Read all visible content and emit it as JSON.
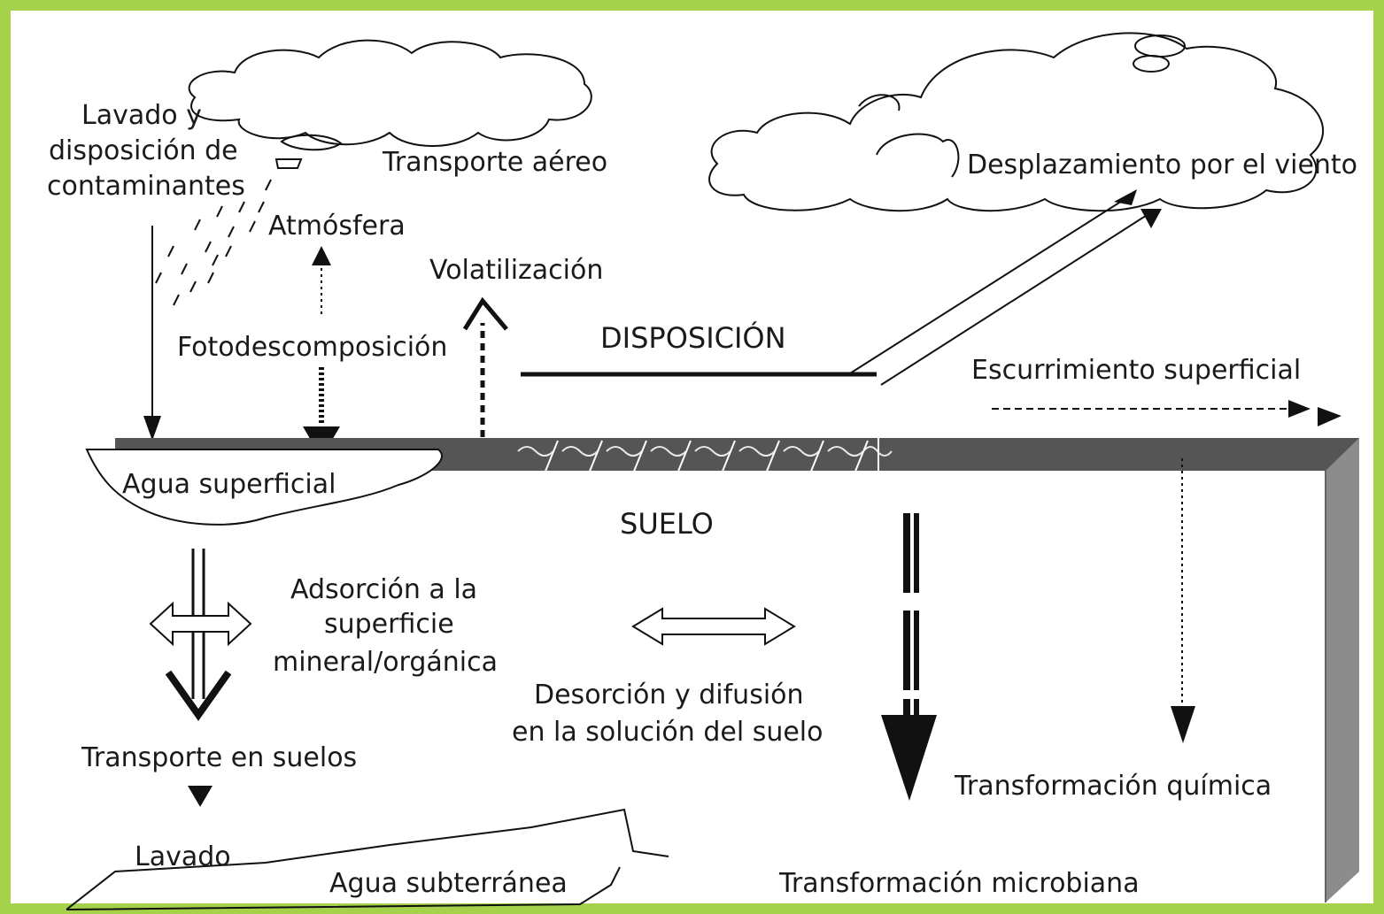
{
  "labels": {
    "lavado_line1": "Lavado y",
    "lavado_line2": "disposición de",
    "lavado_line3": "contaminantes",
    "transporte_aereo": "Transporte aéreo",
    "atmosfera": "Atmósfera",
    "volatilizacion": "Volatilización",
    "fotodescomposicion": "Fotodescomposición",
    "disposicion": "DISPOSICIÓN",
    "desplazamiento": "Desplazamiento por el viento",
    "escurrimiento": "Escurrimiento superficial",
    "agua_superficial": "Agua superficial",
    "suelo": "SUELO",
    "adsorcion_line1": "Adsorción a la",
    "adsorcion_line2": "superficie",
    "adsorcion_line3": "mineral/orgánica",
    "desorcion_line1": "Desorción y difusión",
    "desorcion_line2": "en la solución del suelo",
    "transporte_suelos": "Transporte en suelos",
    "transformacion_quimica": "Transformación química",
    "lavado": "Lavado",
    "agua_subterranea": "Agua subterránea",
    "transformacion_microbiana": "Transformación microbiana"
  },
  "colors": {
    "frame": "#a5d24a",
    "ground_band": "#555555",
    "ground_side": "#8c8c8c",
    "ink": "#111111"
  }
}
